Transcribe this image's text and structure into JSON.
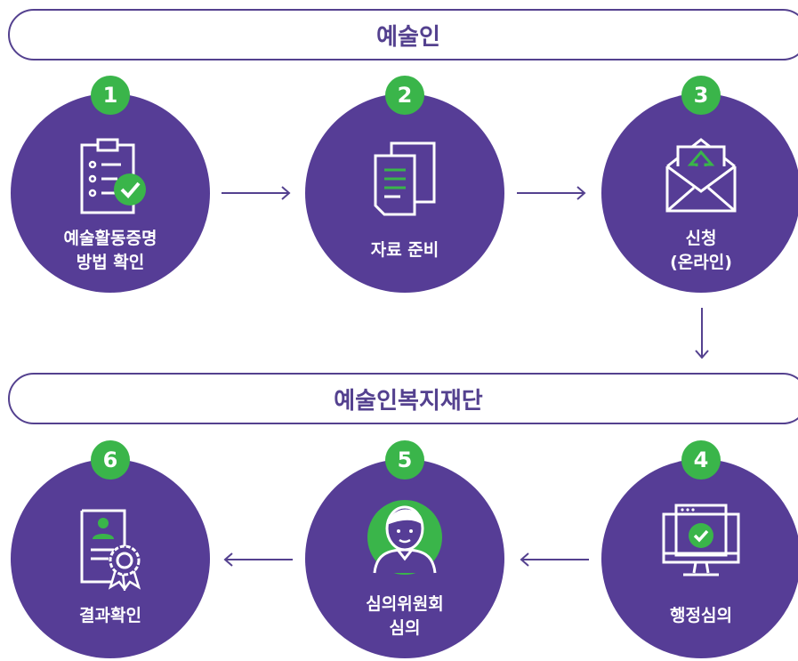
{
  "banners": {
    "top": "예술인",
    "bottom": "예술인복지재단"
  },
  "steps": [
    {
      "number": "1",
      "lines": [
        "예술활동증명",
        "방법 확인"
      ],
      "icon": "checklist-icon"
    },
    {
      "number": "2",
      "lines": [
        "자료 준비"
      ],
      "icon": "documents-icon"
    },
    {
      "number": "3",
      "lines": [
        "신청",
        "(온라인)"
      ],
      "icon": "envelope-upload-icon"
    },
    {
      "number": "4",
      "lines": [
        "행정심의"
      ],
      "icon": "monitor-check-icon"
    },
    {
      "number": "5",
      "lines": [
        "심의위원회",
        "심의"
      ],
      "icon": "person-icon"
    },
    {
      "number": "6",
      "lines": [
        "결과확인"
      ],
      "icon": "certificate-icon"
    }
  ],
  "colors": {
    "primary": "#563d96",
    "accent": "#3ab54a",
    "banner_border": "#54418f"
  }
}
